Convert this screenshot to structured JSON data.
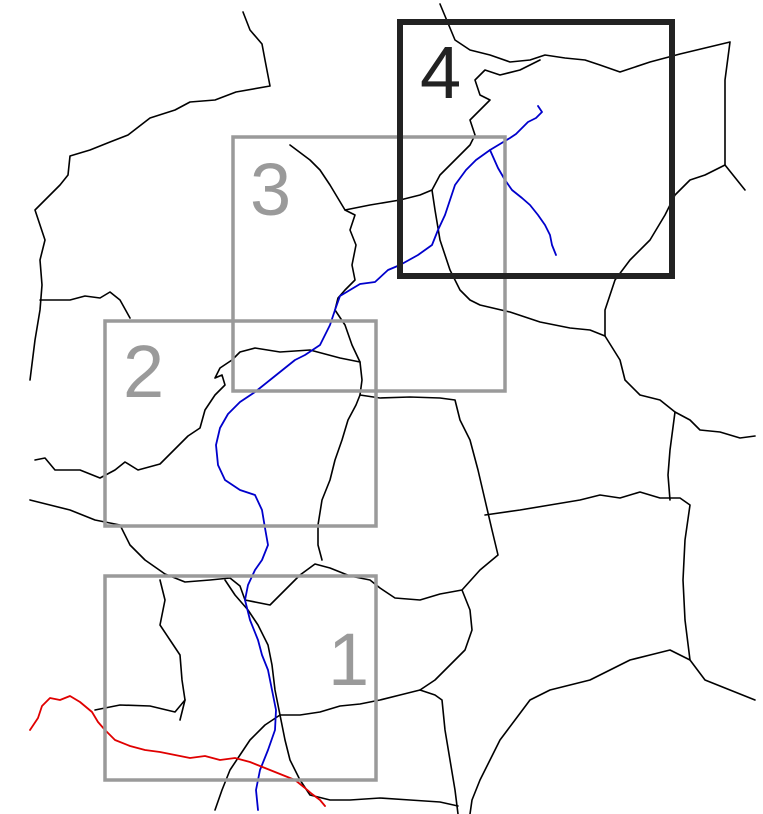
{
  "map": {
    "colors": {
      "background": "#ffffff",
      "boundary": "#000000",
      "river_main": "#0000cc",
      "river_red": "#e00000",
      "frame_inactive": "#9a9a9a",
      "frame_active": "#222222"
    },
    "frames": [
      {
        "id": "1",
        "label": "1",
        "active": false
      },
      {
        "id": "2",
        "label": "2",
        "active": false
      },
      {
        "id": "3",
        "label": "3",
        "active": false
      },
      {
        "id": "4",
        "label": "4",
        "active": true
      }
    ]
  }
}
